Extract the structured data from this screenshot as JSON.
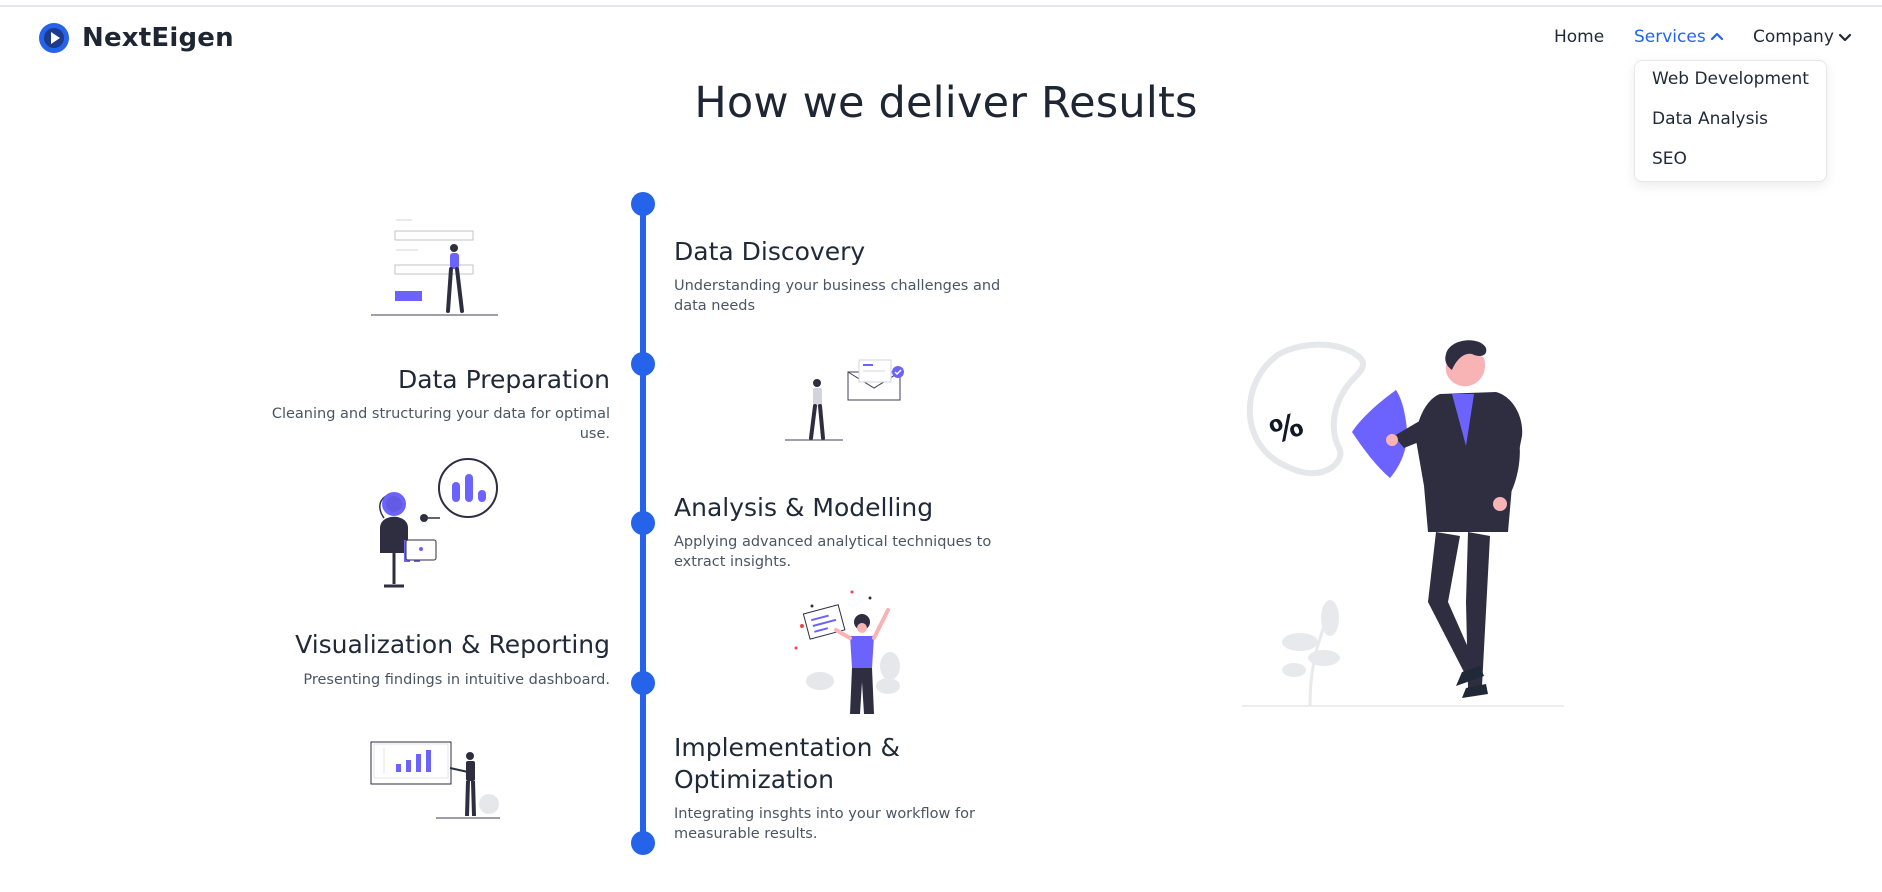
{
  "brand": {
    "name": "NextEigen",
    "icon": "play-logo-icon"
  },
  "nav": {
    "items": [
      {
        "label": "Home",
        "active": false
      },
      {
        "label": "Services",
        "active": true,
        "icon": "chevron-up-icon"
      },
      {
        "label": "Company",
        "active": false,
        "icon": "chevron-down-icon"
      }
    ],
    "services_dropdown": [
      "Web Development",
      "Data Analysis",
      "SEO"
    ]
  },
  "section": {
    "title": "How we deliver Results",
    "steps": [
      {
        "title": "Data Discovery",
        "desc": "Understanding your business challenges and data needs",
        "side": "right",
        "illustration": "form-person-illustration"
      },
      {
        "title": "Data Preparation",
        "desc": "Cleaning and structuring your data for optimal use.",
        "side": "left",
        "illustration": "envelope-person-illustration"
      },
      {
        "title": "Analysis & Modelling",
        "desc": "Applying advanced analytical techniques to extract insights.",
        "side": "right",
        "illustration": "analyst-chart-bubble-illustration"
      },
      {
        "title": "Visualization & Reporting",
        "desc": "Presenting findings in intuitive dashboard.",
        "side": "left",
        "illustration": "celebrating-woman-illustration"
      },
      {
        "title": "Implementation & Optimization",
        "title_line1": "Implementation &",
        "title_line2": "Optimization",
        "desc": "Integrating insghts into your workflow for measurable results.",
        "side": "right",
        "illustration": "presenter-barchart-illustration"
      }
    ]
  },
  "hero_illustration": {
    "icon": "businessman-percent-pie-illustration",
    "percent_symbol": "%"
  },
  "colors": {
    "accent": "#2563eb",
    "illustration_purple": "#6c63ff",
    "text_dark": "#1f2937",
    "text_muted": "#4b5563"
  }
}
